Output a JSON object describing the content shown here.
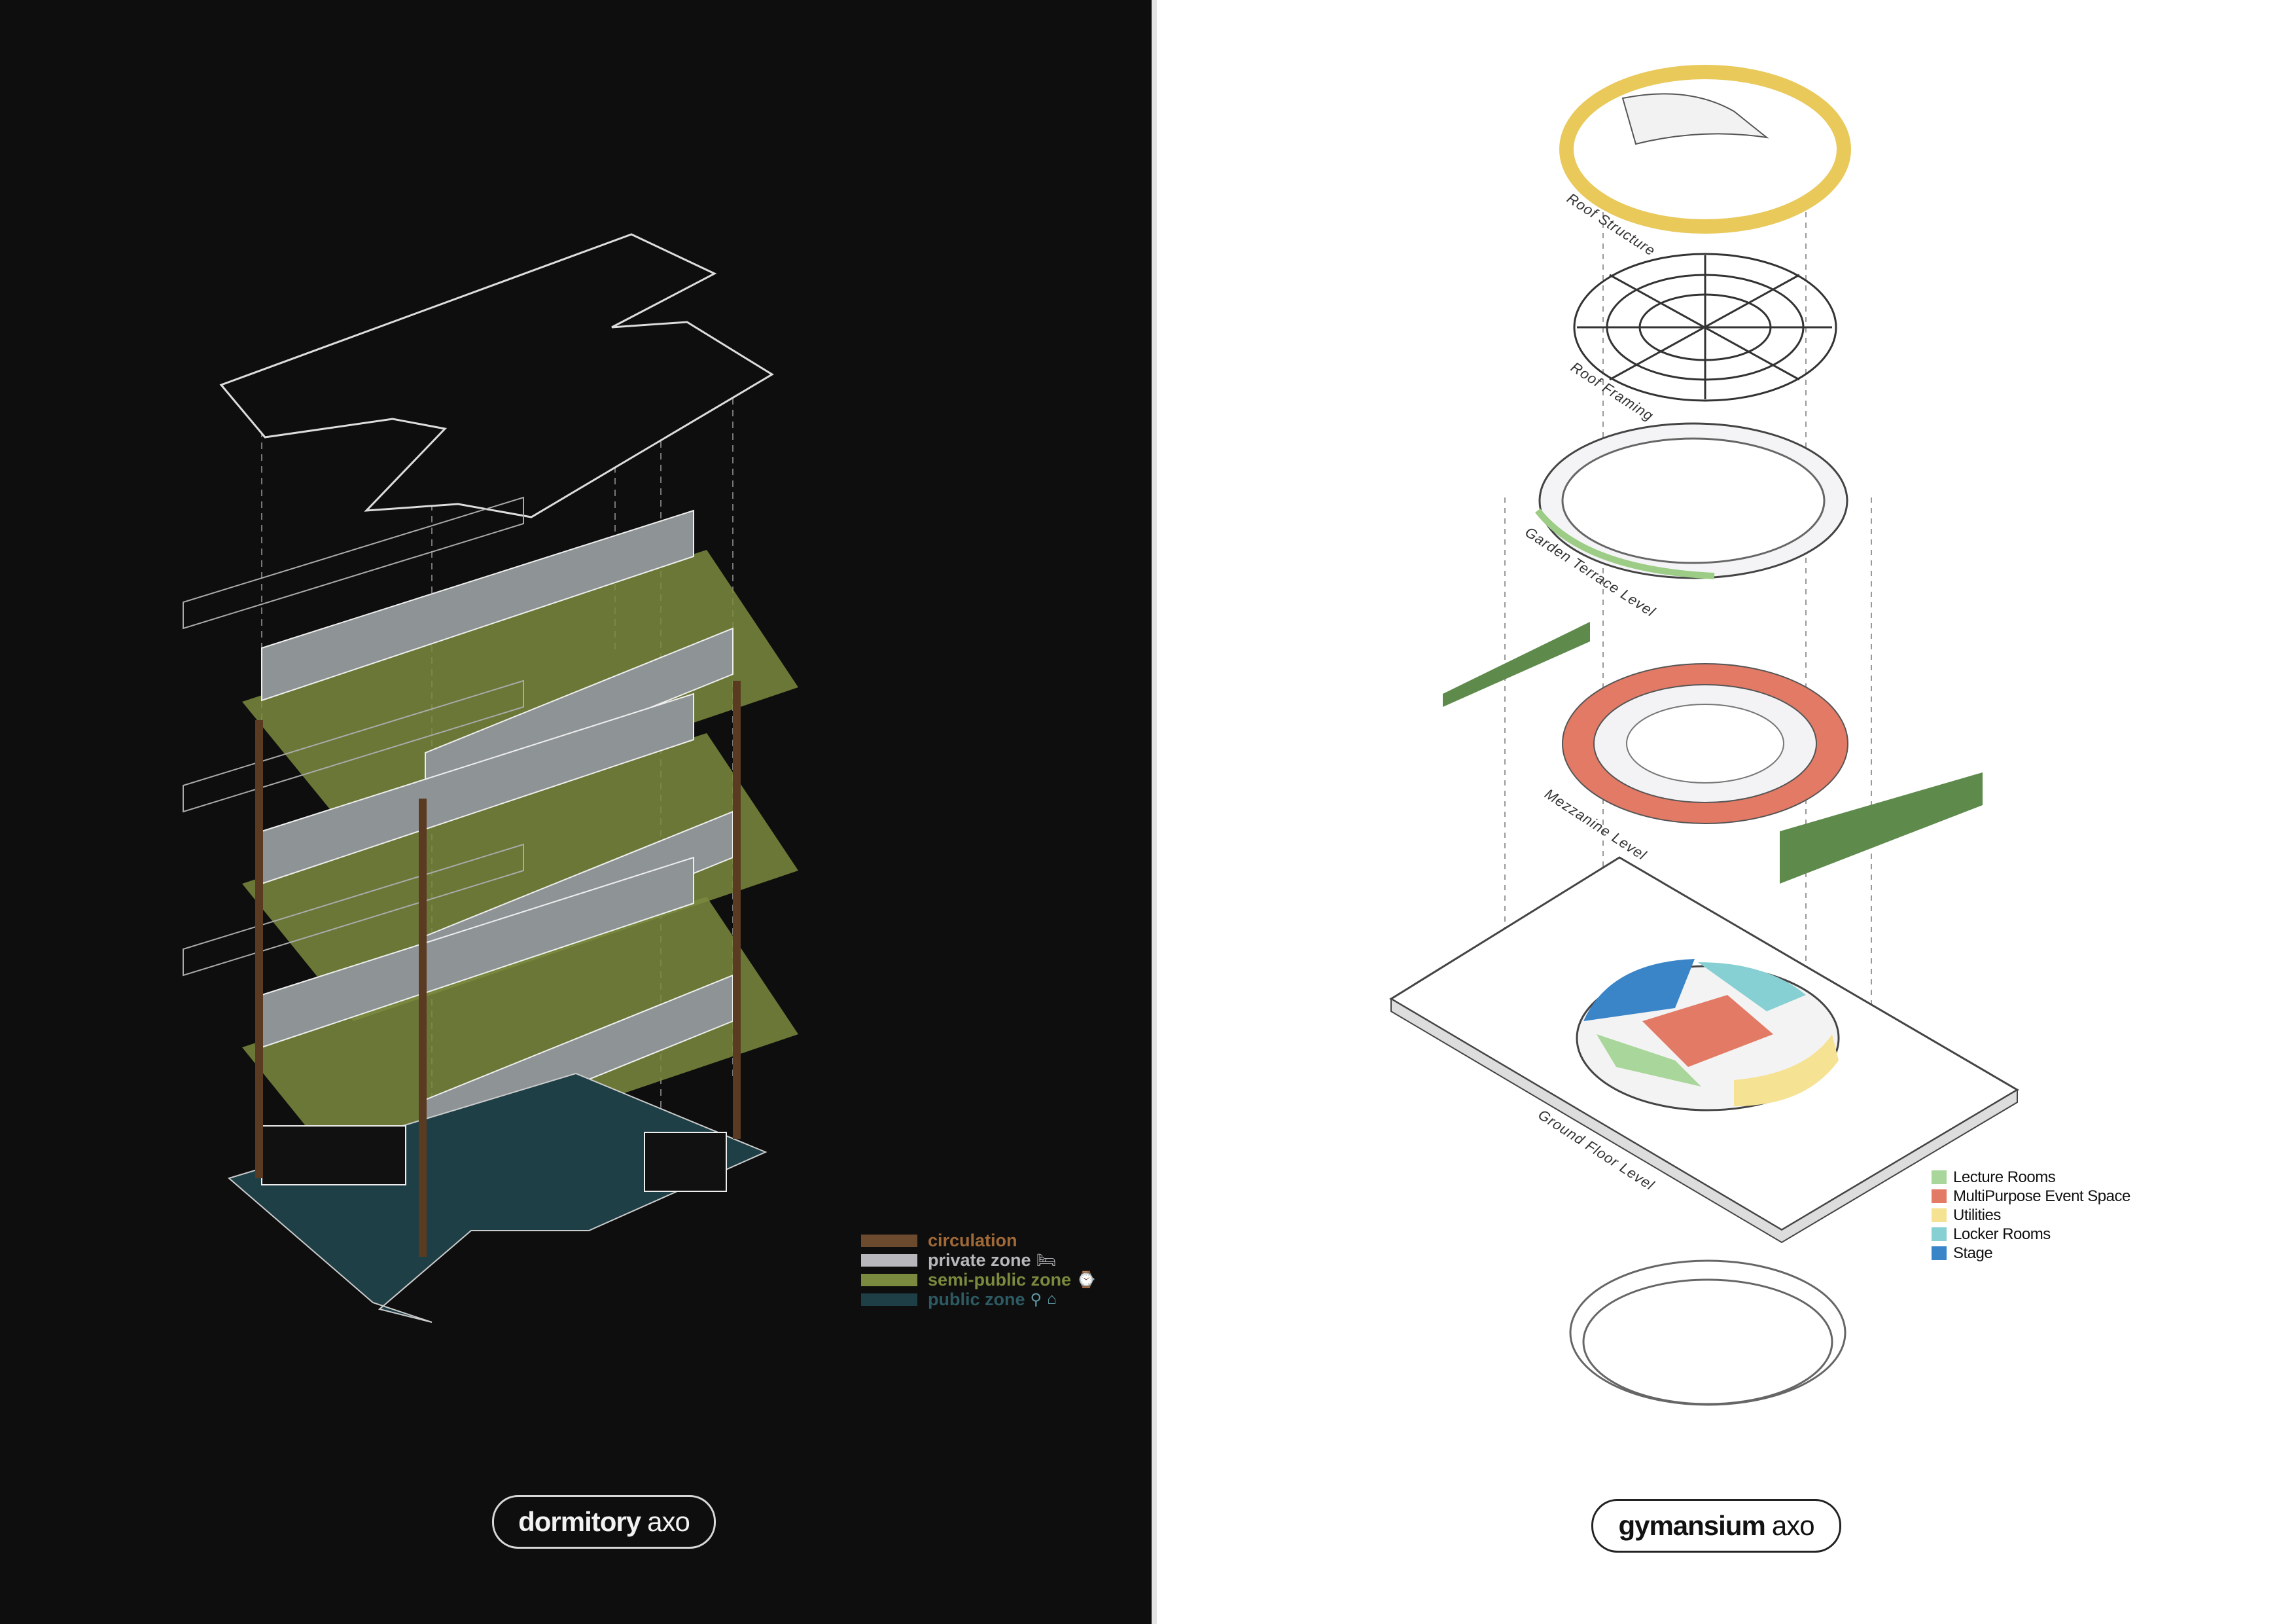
{
  "dormitory": {
    "title_bold": "dormitory",
    "title_light": "axo",
    "legend": [
      {
        "label": "circulation",
        "color": "#6b4a2e",
        "text_color": "#a06a38",
        "icon": ""
      },
      {
        "label": "private zone",
        "color": "#b8b8bc",
        "text_color": "#b8b8bc",
        "icon": "bed-icon"
      },
      {
        "label": "semi-public zone",
        "color": "#7a8a3e",
        "text_color": "#7a8a3e",
        "icon": "desk-worker-icon"
      },
      {
        "label": "public zone",
        "color": "#1f3f46",
        "text_color": "#2d5a63",
        "icon": "location-pin-icon"
      }
    ]
  },
  "gymnasium": {
    "title_bold": "gymansium",
    "title_light": "axo",
    "levels": [
      "Roof Structure",
      "Roof Framing",
      "Garden Terrace Level",
      "Mezzanine Level",
      "Ground Floor Level"
    ],
    "legend": [
      {
        "label": "Lecture Rooms",
        "color": "#a9d69a"
      },
      {
        "label": "MultiPurpose Event Space",
        "color": "#e27a65"
      },
      {
        "label": "Utilities",
        "color": "#f6e293"
      },
      {
        "label": "Locker Rooms",
        "color": "#86cfd3"
      },
      {
        "label": "Stage",
        "color": "#3a84c8"
      }
    ]
  }
}
